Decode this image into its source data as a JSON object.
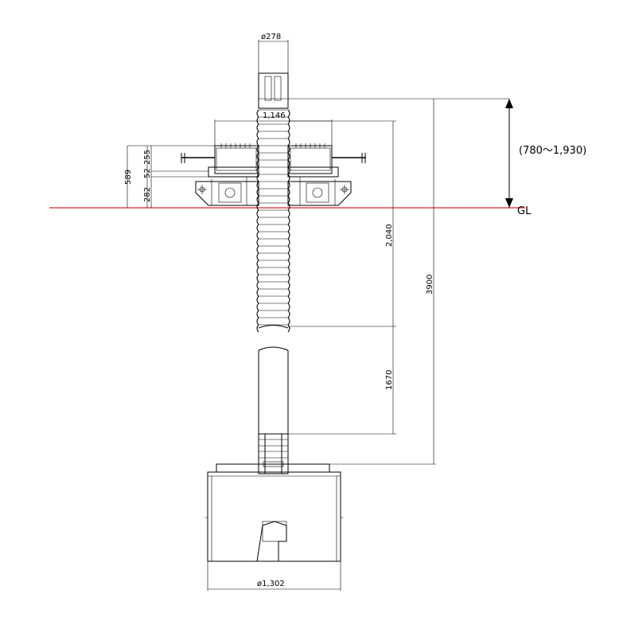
{
  "dimensions": {
    "top_diameter": "ø278",
    "collar_width": "1,146",
    "height_589": "589",
    "height_282": "282",
    "height_52": "52",
    "height_255": "255",
    "length_2040": "2,040",
    "length_1670": "1670",
    "total_3900": "3900",
    "base_diameter": "ø1,302"
  },
  "labels": {
    "adjust_range": "(780～1,930)",
    "ground_level": "GL"
  },
  "colors": {
    "ground_line": "#d9282f",
    "lines": "#000000"
  }
}
